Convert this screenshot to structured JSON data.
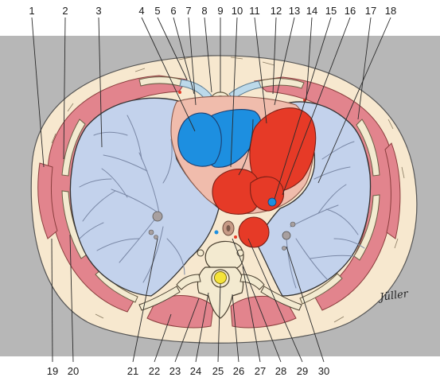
{
  "figure": {
    "top_labels": [
      "1",
      "2",
      "3",
      "4",
      "5",
      "6",
      "7",
      "8",
      "9",
      "10",
      "11",
      "12",
      "13",
      "14",
      "15",
      "16",
      "17",
      "18"
    ],
    "bottom_labels": [
      "19",
      "20",
      "21",
      "22",
      "23",
      "24",
      "25",
      "26",
      "27",
      "28",
      "29",
      "30"
    ],
    "signature": "Jüller"
  },
  "colors": {
    "background": "#b7b7b7",
    "skin_fat": "#f7e8cf",
    "muscle": "#e2848d",
    "lung": "#c3d2ec",
    "pericardium": "#f0bcac",
    "venous": "#1d8fe0",
    "arterial": "#e63a27",
    "bone": "#f3ead0",
    "spinal_cord": "#f5e43a",
    "cartilage": "#bcd9ea"
  }
}
